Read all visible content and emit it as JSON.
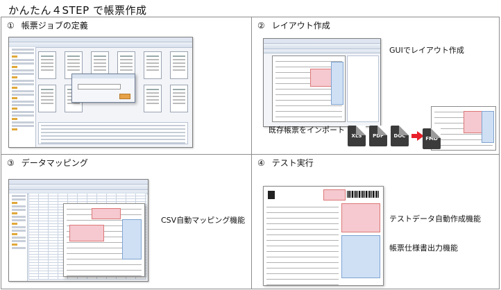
{
  "header": {
    "title": "かんたん４STEP で帳票作成"
  },
  "steps": [
    {
      "number": "①",
      "title": "帳票ジョブの定義"
    },
    {
      "number": "②",
      "title": "レイアウト作成",
      "labels": [
        "GUIでレイアウト作成",
        "既存帳票をインポート"
      ]
    },
    {
      "number": "③",
      "title": "データマッピング",
      "labels": [
        "CSV自動マッピング機能"
      ]
    },
    {
      "number": "④",
      "title": "テスト実行",
      "labels": [
        "テストデータ自動作成機能",
        "帳票仕様書出力機能"
      ]
    }
  ],
  "import_files": [
    "XLS",
    "PDF",
    "DOC"
  ],
  "import_result": "FMD",
  "colors": {
    "accent_red": "#e8202a",
    "file_icon": "#3b3b3b",
    "border": "#8c8c8c"
  }
}
